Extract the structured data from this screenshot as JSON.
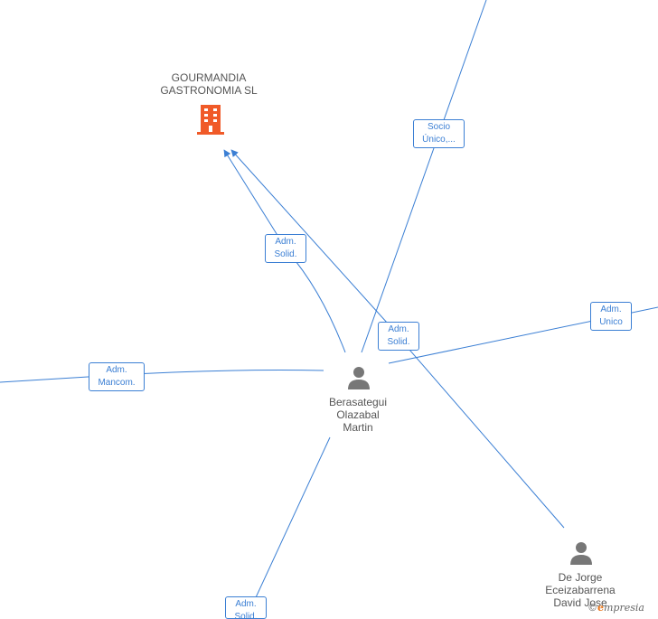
{
  "nodes": {
    "company": {
      "label": "GOURMANDIA\nGASTRONOMIA SL",
      "icon": "building-icon",
      "color": "#f05a28"
    },
    "main_person": {
      "label": "Berasategui\nOlazabal\nMartin",
      "icon": "person-icon",
      "color": "#777777"
    },
    "second_person": {
      "label": "De Jorge\nEceizabarrena\nDavid Jose",
      "icon": "person-icon",
      "color": "#777777"
    }
  },
  "edge_labels": {
    "socio_unico": "Socio\nÚnico,...",
    "adm_solid_left": "Adm.\nSolid.",
    "adm_solid_center": "Adm.\nSolid.",
    "adm_unico": "Adm.\nUnico",
    "adm_mancom": "Adm.\nMancom.",
    "adm_solid_bottom": "Adm.\nSolid."
  },
  "colors": {
    "edge": "#3b7fd4",
    "accent": "#e8751a"
  },
  "watermark": {
    "symbol": "©",
    "brand_e": "e",
    "brand_rest": "mpresia"
  }
}
